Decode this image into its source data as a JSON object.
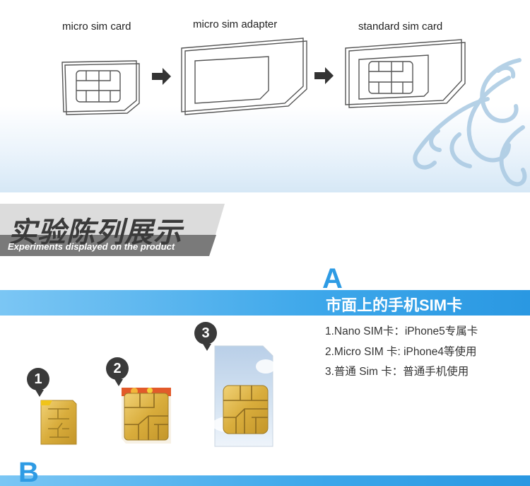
{
  "flow": {
    "label_1": "micro sim card",
    "label_2": "micro sim adapter",
    "label_3": "standard sim card"
  },
  "banner": {
    "title": "实验陈列展示",
    "subtitle": "Experiments displayed on the product"
  },
  "section_a": {
    "letter": "A",
    "heading": "市面上的手机SIM卡",
    "items": [
      "1.Nano SIM卡：iPhone5专属卡",
      "2.Micro SIM 卡: iPhone4等使用",
      "3.普通 Sim 卡：普通手机使用"
    ]
  },
  "badges": [
    "1",
    "2",
    "3"
  ],
  "section_b": {
    "letter": "B"
  },
  "colors": {
    "accent_blue": "#3da7ea",
    "chip_gold": "#e0b84a",
    "banner_gray": "#7a7a7a"
  }
}
